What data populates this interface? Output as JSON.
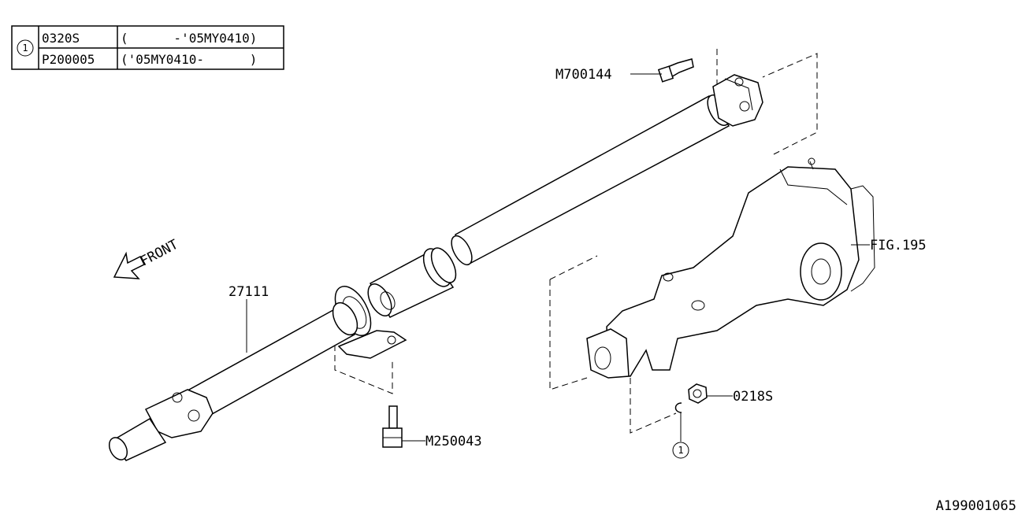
{
  "ref_table": {
    "marker": "1",
    "rows": [
      {
        "part": "0320S",
        "range": "(      -'05MY0410)"
      },
      {
        "part": "P200005",
        "range": "('05MY0410-      )"
      }
    ]
  },
  "labels": {
    "bolt_top": "M700144",
    "shaft": "27111",
    "bolt_bottom": "M250043",
    "diff_ref": "FIG.195",
    "nut": "0218S",
    "washer_marker": "1",
    "front": "FRONT"
  },
  "diagram_id": "A199001065"
}
